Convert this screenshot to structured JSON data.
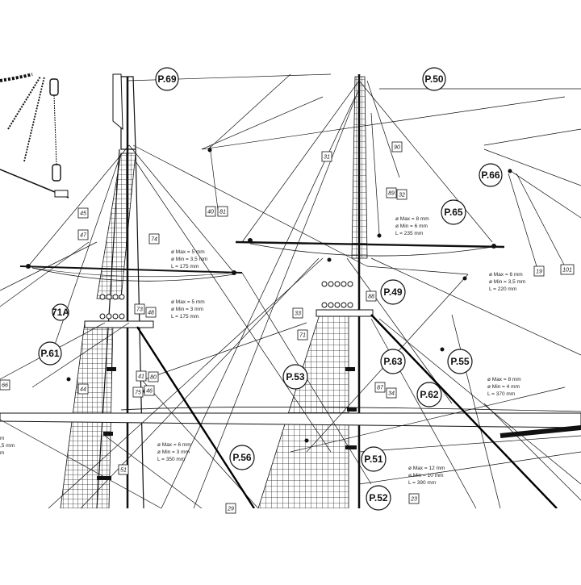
{
  "circle_labels": [
    {
      "id": "P.69",
      "text": "P.69"
    },
    {
      "id": "P.50",
      "text": "P.50"
    },
    {
      "id": "P.66",
      "text": "P.66"
    },
    {
      "id": "P.65",
      "text": "P.65"
    },
    {
      "id": "P.49",
      "text": "P.49"
    },
    {
      "id": "P.61",
      "text": "P.61"
    },
    {
      "id": "P.53",
      "text": "P.53"
    },
    {
      "id": "P.63",
      "text": "P.63"
    },
    {
      "id": "P.55",
      "text": "P.55"
    },
    {
      "id": "P.62",
      "text": "P.62"
    },
    {
      "id": "P.56",
      "text": "P.56"
    },
    {
      "id": "P.51",
      "text": "P.51"
    },
    {
      "id": "P.52",
      "text": "P.52"
    },
    {
      "id": "71A",
      "text": "71A"
    }
  ],
  "box_labels": [
    {
      "id": "b45",
      "text": "45"
    },
    {
      "id": "b47",
      "text": "47"
    },
    {
      "id": "b74",
      "text": "74"
    },
    {
      "id": "b40",
      "text": "40"
    },
    {
      "id": "b81",
      "text": "81"
    },
    {
      "id": "b31",
      "text": "31"
    },
    {
      "id": "b90",
      "text": "90"
    },
    {
      "id": "b89",
      "text": "89"
    },
    {
      "id": "b32",
      "text": "32"
    },
    {
      "id": "b19",
      "text": "19"
    },
    {
      "id": "b101",
      "text": "101"
    },
    {
      "id": "b73",
      "text": "73"
    },
    {
      "id": "b48",
      "text": "48"
    },
    {
      "id": "b33",
      "text": "33"
    },
    {
      "id": "b88",
      "text": "88"
    },
    {
      "id": "b71",
      "text": "71"
    },
    {
      "id": "b66",
      "text": "66"
    },
    {
      "id": "b44",
      "text": "44"
    },
    {
      "id": "b41",
      "text": "41"
    },
    {
      "id": "b80",
      "text": "80"
    },
    {
      "id": "b75",
      "text": "75"
    },
    {
      "id": "b46",
      "text": "46"
    },
    {
      "id": "b87",
      "text": "87"
    },
    {
      "id": "b34",
      "text": "34"
    },
    {
      "id": "b51",
      "text": "51"
    },
    {
      "id": "b29",
      "text": "29"
    },
    {
      "id": "b23",
      "text": "23"
    }
  ],
  "spec_blocks": [
    {
      "id": "spec-upper-right",
      "lines": [
        "ø Max = 8 mm",
        "ø Min = 6 mm",
        "L = 235 mm"
      ]
    },
    {
      "id": "spec-left-yard-top",
      "lines": [
        "ø Max = 5 mm",
        "ø Min = 3,5 mm",
        "L = 175 mm"
      ]
    },
    {
      "id": "spec-left-yard-bottom",
      "lines": [
        "ø Max = 5 mm",
        "ø Min = 3 mm",
        "L = 175 mm"
      ]
    },
    {
      "id": "spec-right-yard",
      "lines": [
        "ø Max = 6 mm",
        "ø Min = 3,5 mm",
        "L = 220 mm"
      ]
    },
    {
      "id": "spec-far-right",
      "lines": [
        "ø Max = 8 mm",
        "ø Min = 4 mm",
        "L = 370 mm"
      ]
    },
    {
      "id": "spec-lower-mid",
      "lines": [
        "ø Max = 6 mm",
        "ø Min = 3 mm",
        "L = 350 mm"
      ]
    },
    {
      "id": "spec-lower-right",
      "lines": [
        "ø Max = 12 mm",
        "ø Min = 10 mm",
        "L = 390 mm"
      ]
    },
    {
      "id": "spec-left-edge",
      "lines": [
        "m",
        ",5 mm",
        "m"
      ]
    }
  ],
  "colors": {
    "ink": "#111111",
    "paper": "#ffffff",
    "grid": "#333333"
  }
}
